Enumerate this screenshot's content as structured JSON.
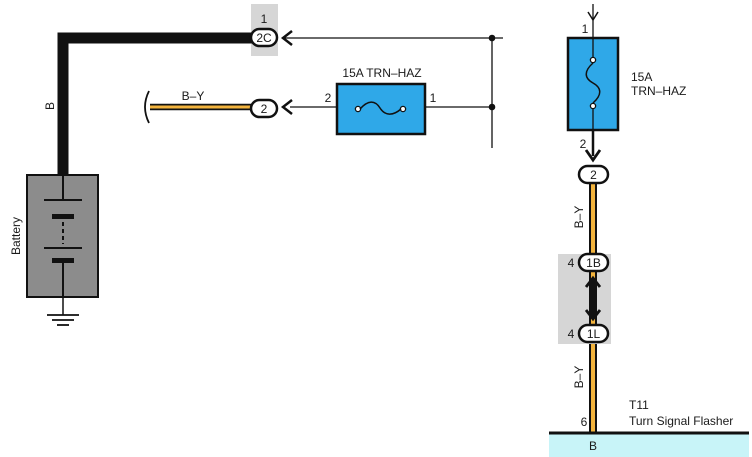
{
  "colors": {
    "wire_black": "#111111",
    "wire_by": "#f2b33d",
    "fuse_fill": "#2fa8e8",
    "battery_fill": "#8c8c8c",
    "connector_bg": "#d6d6d6",
    "flasher_fill": "#c8f4f8"
  },
  "left": {
    "top_connector": {
      "id": "2C",
      "pin": "1"
    },
    "battery": {
      "label": "Battery",
      "wire_color_label": "B"
    },
    "fuse": {
      "name": "15A TRN–HAZ",
      "pin_left": "2",
      "pin_right": "1"
    },
    "by_connector": {
      "id": "2",
      "wire_label": "B–Y"
    }
  },
  "right": {
    "fuse": {
      "line1": "15A",
      "line2": "TRN–HAZ",
      "pin_top": "1",
      "pin_bottom": "2"
    },
    "connector_2": {
      "id": "2"
    },
    "wire_label_upper": "B–Y",
    "connector_1b": {
      "id": "1B",
      "pin": "4"
    },
    "connector_1l": {
      "id": "1L",
      "pin": "4"
    },
    "wire_label_lower": "B–Y",
    "flasher": {
      "code": "T11",
      "name": "Turn Signal Flasher",
      "pin": "6",
      "bottom_label": "B"
    }
  }
}
